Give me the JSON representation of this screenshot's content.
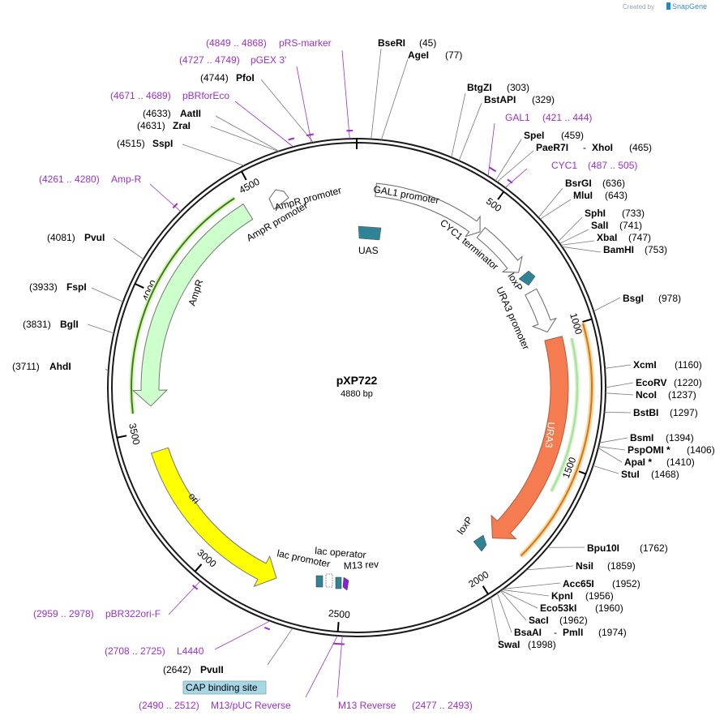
{
  "credit": {
    "prefix": "Created by",
    "brand": "SnapGene"
  },
  "plasmid": {
    "name": "pXP722",
    "size": "4880 bp",
    "length": 4880
  },
  "ticks": [
    "500",
    "1000",
    "1500",
    "2000",
    "2500",
    "3000",
    "3500",
    "4000",
    "4500"
  ],
  "sites": [
    {
      "name": "BseRI",
      "pos": "(45)",
      "bp": 45
    },
    {
      "name": "AgeI",
      "pos": "(77)",
      "bp": 77
    },
    {
      "name": "BtgZI",
      "pos": "(303)",
      "bp": 303
    },
    {
      "name": "BstAPI",
      "pos": "(329)",
      "bp": 329
    },
    {
      "name": "SpeI",
      "pos": "(459)",
      "bp": 459
    },
    {
      "name": "PaeR7I",
      "pos": "",
      "bp": 465
    },
    {
      "name": "XhoI",
      "pos": "(465)",
      "bp": 465
    },
    {
      "name": "BsrGI",
      "pos": "(636)",
      "bp": 636
    },
    {
      "name": "MluI",
      "pos": "(643)",
      "bp": 643
    },
    {
      "name": "SphI",
      "pos": "(733)",
      "bp": 733
    },
    {
      "name": "SalI",
      "pos": "(741)",
      "bp": 741
    },
    {
      "name": "XbaI",
      "pos": "(747)",
      "bp": 747
    },
    {
      "name": "BamHI",
      "pos": "(753)",
      "bp": 753
    },
    {
      "name": "BsgI",
      "pos": "(978)",
      "bp": 978
    },
    {
      "name": "XcmI",
      "pos": "(1160)",
      "bp": 1160
    },
    {
      "name": "EcoRV",
      "pos": "(1220)",
      "bp": 1220
    },
    {
      "name": "NcoI",
      "pos": "(1237)",
      "bp": 1237
    },
    {
      "name": "BstBI",
      "pos": "(1297)",
      "bp": 1297
    },
    {
      "name": "BsmI",
      "pos": "(1394)",
      "bp": 1394
    },
    {
      "name": "PspOMI *",
      "pos": "(1406)",
      "bp": 1406
    },
    {
      "name": "ApaI *",
      "pos": "(1410)",
      "bp": 1410
    },
    {
      "name": "StuI",
      "pos": "(1468)",
      "bp": 1468
    },
    {
      "name": "Bpu10I",
      "pos": "(1762)",
      "bp": 1762
    },
    {
      "name": "NsiI",
      "pos": "(1859)",
      "bp": 1859
    },
    {
      "name": "Acc65I",
      "pos": "(1952)",
      "bp": 1952
    },
    {
      "name": "KpnI",
      "pos": "(1956)",
      "bp": 1956
    },
    {
      "name": "Eco53kI",
      "pos": "(1960)",
      "bp": 1960
    },
    {
      "name": "SacI",
      "pos": "(1962)",
      "bp": 1962
    },
    {
      "name": "BsaAI",
      "pos": "",
      "bp": 1974
    },
    {
      "name": "PmlI",
      "pos": "(1974)",
      "bp": 1974
    },
    {
      "name": "SwaI",
      "pos": "(1998)",
      "bp": 1998
    },
    {
      "name": "PvuII",
      "pos": "(2642)",
      "bp": 2642
    },
    {
      "name": "AhdI",
      "pos": "(3711)",
      "bp": 3711
    },
    {
      "name": "BglI",
      "pos": "(3831)",
      "bp": 3831
    },
    {
      "name": "FspI",
      "pos": "(3933)",
      "bp": 3933
    },
    {
      "name": "PvuI",
      "pos": "(4081)",
      "bp": 4081
    },
    {
      "name": "SspI",
      "pos": "(4515)",
      "bp": 4515
    },
    {
      "name": "ZraI",
      "pos": "(4631)",
      "bp": 4631
    },
    {
      "name": "AatII",
      "pos": "(4633)",
      "bp": 4633
    },
    {
      "name": "PfoI",
      "pos": "(4744)",
      "bp": 4744
    }
  ],
  "primers": [
    {
      "range": "(4849 .. 4868)",
      "name": "pRS-marker",
      "start": 4849,
      "end": 4868
    },
    {
      "range": "(4727 .. 4749)",
      "name": "pGEX 3'",
      "start": 4727,
      "end": 4749
    },
    {
      "range": "(4671 .. 4689)",
      "name": "pBRforEco",
      "start": 4671,
      "end": 4689
    },
    {
      "range": "(4261 .. 4280)",
      "name": "Amp-R",
      "start": 4261,
      "end": 4280
    },
    {
      "name": "GAL1",
      "range": "(421 .. 444)",
      "start": 421,
      "end": 444
    },
    {
      "name": "CYC1",
      "range": "(487 .. 505)",
      "start": 487,
      "end": 505
    },
    {
      "range": "(2959 .. 2978)",
      "name": "pBR322ori-F",
      "start": 2959,
      "end": 2978
    },
    {
      "range": "(2708 .. 2725)",
      "name": "L4440",
      "start": 2708,
      "end": 2725
    },
    {
      "range": "(2490 .. 2512)",
      "name": "M13/pUC Reverse",
      "start": 2490,
      "end": 2512
    },
    {
      "name": "M13 Reverse",
      "range": "(2477 .. 2493)",
      "start": 2477,
      "end": 2493
    }
  ],
  "features": {
    "uas": "UAS",
    "gal1_promoter": "GAL1 promoter",
    "cyc1_terminator": "CYC1 terminator",
    "loxp_1": "loxP",
    "ura3_promoter": "URA3 promoter",
    "ura3": "URA3",
    "loxp_2": "loxP",
    "ampr_promoter_outer": "AmpR promoter",
    "ampr_promoter_inner": "AmpR promoter",
    "ampr": "AmpR",
    "ori": "ori",
    "lac_promoter": "lac promoter",
    "lac_operator": "lac operator",
    "m13_rev": "M13 rev",
    "cap_site": "CAP binding site"
  },
  "colors": {
    "backbone": "#1a1a1a",
    "enzyme_bold": "#000000",
    "primer": "#9b30c8",
    "ura3": "#f47c50",
    "ori": "#ffff00",
    "ampr": "#ccffcc",
    "loxp": "#2f8397",
    "uas": "#2f8397",
    "white_feature": "#ffffff",
    "cap_site": "#a7d7e5"
  }
}
